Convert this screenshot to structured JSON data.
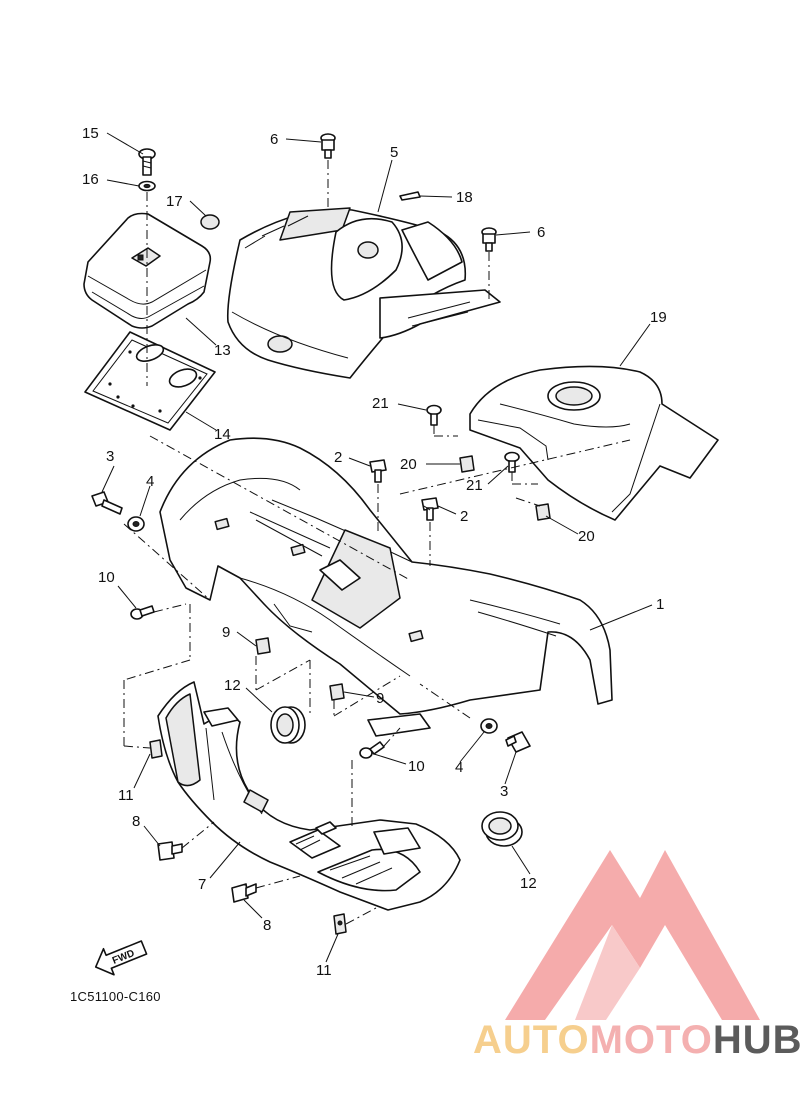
{
  "callouts": [
    "1",
    "2",
    "3",
    "4",
    "5",
    "6",
    "7",
    "8",
    "9",
    "10",
    "11",
    "12",
    "13",
    "14",
    "15",
    "16",
    "17",
    "18",
    "19",
    "20",
    "21"
  ],
  "labels": {
    "p15": "15",
    "p16": "16",
    "p17": "17",
    "p6a": "6",
    "p5": "5",
    "p18": "18",
    "p6b": "6",
    "p13": "13",
    "p19": "19",
    "p21a": "21",
    "p14": "14",
    "p3a": "3",
    "p4a": "4",
    "p2a": "2",
    "p20a": "20",
    "p21b": "21",
    "p2b": "2",
    "p20b": "20",
    "p10a": "10",
    "p1": "1",
    "p9a": "9",
    "p12a": "12",
    "p9b": "9",
    "p10b": "10",
    "p4b": "4",
    "p3b": "3",
    "p11a": "11",
    "p8a": "8",
    "p7": "7",
    "p12b": "12",
    "p8b": "8",
    "p11b": "11"
  },
  "fwd_arrow": "FWD",
  "diagram_code": "1C51100-C160",
  "watermark": {
    "part1": "AUTO",
    "part2": "MOTO",
    "part3": "HUB",
    "colors": {
      "auto": "#f6cf8e",
      "moto": "#f4b0b0",
      "hub": "#5b5b5b",
      "logo": "#f4a3a3"
    }
  }
}
